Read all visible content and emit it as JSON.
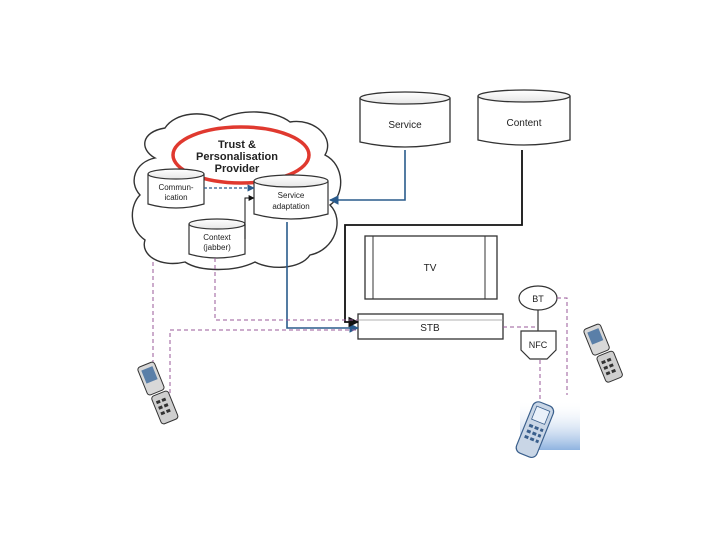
{
  "nodes": {
    "service": "Service",
    "content": "Content",
    "cloud_title": [
      "Trust &",
      "Personalisation",
      "Provider"
    ],
    "communication": [
      "Commun-",
      "ication"
    ],
    "service_adaptation": [
      "Service",
      "adaptation"
    ],
    "context": [
      "Context",
      "(jabber)"
    ],
    "tv": "TV",
    "stb": "STB",
    "bt": "BT",
    "nfc": "NFC"
  },
  "colors": {
    "highlight": "#e0392f",
    "link_blue": "#2a5b8c",
    "link_black": "#111111",
    "link_dashed": "#9a5a9a"
  },
  "icons": [
    "flip-phone-icon",
    "flip-phone-icon",
    "mobile-handset-icon"
  ]
}
